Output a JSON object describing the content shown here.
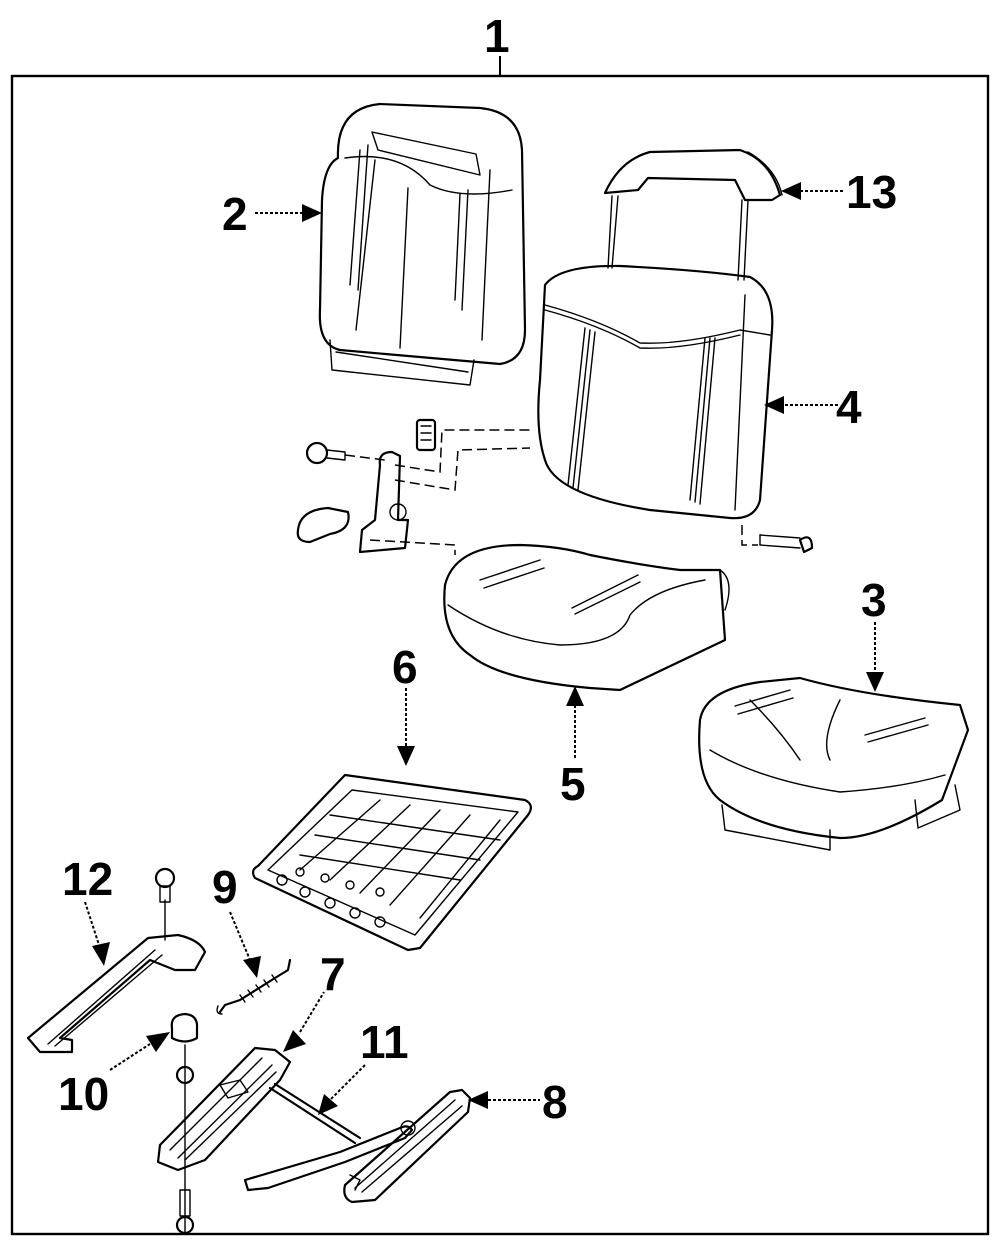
{
  "diagram": {
    "title": "Seat assembly exploded view",
    "callouts": [
      {
        "id": "1",
        "label": "1",
        "part": "seat-assembly"
      },
      {
        "id": "2",
        "label": "2",
        "part": "seat-back-cover"
      },
      {
        "id": "3",
        "label": "3",
        "part": "seat-cushion-cover"
      },
      {
        "id": "4",
        "label": "4",
        "part": "seat-back"
      },
      {
        "id": "5",
        "label": "5",
        "part": "seat-cushion"
      },
      {
        "id": "6",
        "label": "6",
        "part": "cushion-frame"
      },
      {
        "id": "7",
        "label": "7",
        "part": "seat-adjuster-inner"
      },
      {
        "id": "8",
        "label": "8",
        "part": "seat-adjuster-outer"
      },
      {
        "id": "9",
        "label": "9",
        "part": "spring"
      },
      {
        "id": "10",
        "label": "10",
        "part": "bumper"
      },
      {
        "id": "11",
        "label": "11",
        "part": "adjuster-bar"
      },
      {
        "id": "12",
        "label": "12",
        "part": "track-cover"
      },
      {
        "id": "13",
        "label": "13",
        "part": "headrest"
      }
    ]
  }
}
